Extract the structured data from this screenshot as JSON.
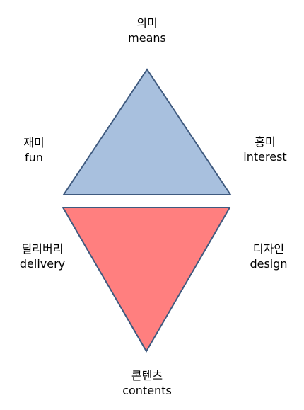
{
  "labels": {
    "top": {
      "ko": "의미",
      "en": "means"
    },
    "left_upper": {
      "ko": "재미",
      "en": "fun"
    },
    "right_upper": {
      "ko": "흥미",
      "en": "interest"
    },
    "left_lower": {
      "ko": "딜리버리",
      "en": "delivery"
    },
    "right_lower": {
      "ko": "디자인",
      "en": "design"
    },
    "bottom": {
      "ko": "콘텐츠",
      "en": "contents"
    }
  },
  "colors": {
    "upper_triangle_fill": "#a8c0de",
    "lower_triangle_fill": "#ff7f7f",
    "outline": "#3f5a7f"
  }
}
